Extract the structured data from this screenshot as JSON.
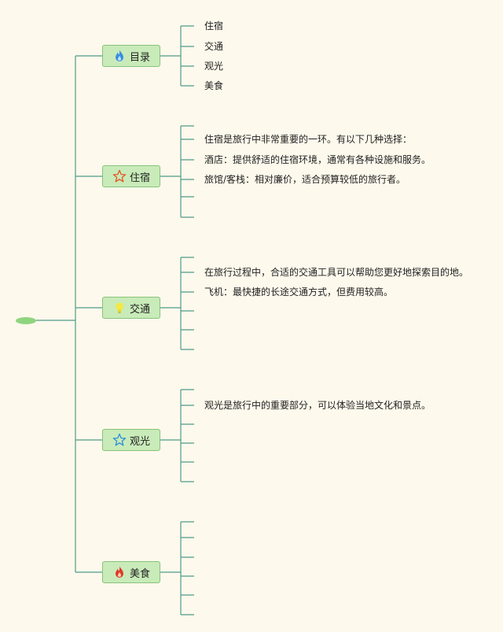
{
  "colors": {
    "background": "#fdf9ec",
    "line": "#4f9a8a",
    "node_fill": "#c9ebb9",
    "node_border": "#86c37a",
    "root_fill": "#8fd47e"
  },
  "branches": [
    {
      "label": "目录",
      "icon": "flame-blue-icon",
      "leaves": [
        "住宿",
        "交通",
        "观光",
        "美食"
      ]
    },
    {
      "label": "住宿",
      "icon": "star-outline-orange-icon",
      "leaves": [
        "",
        "住宿是旅行中非常重要的一环。有以下几种选择：",
        "酒店：提供舒适的住宿环境，通常有各种设施和服务。",
        "旅馆/客栈：相对廉价，适合预算较低的旅行者。",
        "",
        ""
      ]
    },
    {
      "label": "交通",
      "icon": "lightbulb-icon",
      "leaves": [
        "",
        "在旅行过程中，合适的交通工具可以帮助您更好地探索目的地。",
        "飞机：最快捷的长途交通方式，但费用较高。",
        "",
        "",
        ""
      ]
    },
    {
      "label": "观光",
      "icon": "star-outline-blue-icon",
      "leaves": [
        "",
        "观光是旅行中的重要部分，可以体验当地文化和景点。",
        "",
        "",
        "",
        ""
      ]
    },
    {
      "label": "美食",
      "icon": "flame-red-icon",
      "leaves": [
        "",
        "",
        "",
        "",
        "",
        ""
      ]
    }
  ]
}
